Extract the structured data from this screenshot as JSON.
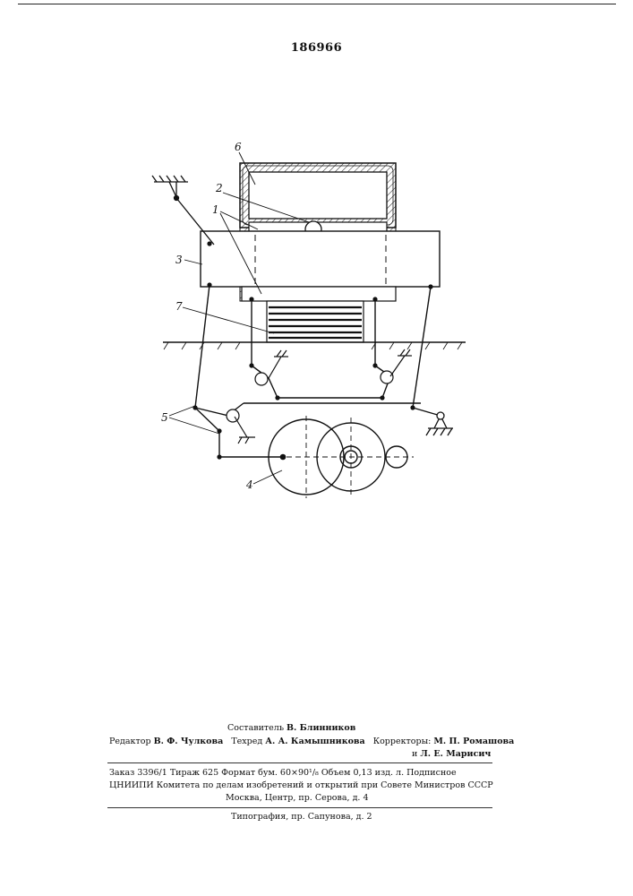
{
  "header": {
    "patent_number": "186966"
  },
  "figure": {
    "labels": {
      "l1": "1",
      "l2": "2",
      "l3": "3",
      "l4": "4",
      "l5": "5",
      "l6": "6",
      "l7": "7"
    }
  },
  "footer": {
    "compiler_label": "Составитель",
    "compiler_name": "В. Блинников",
    "editor_label": "Редактор",
    "editor_name": "В. Ф. Чулкова",
    "techred_label": "Техред",
    "techred_name": "А. А. Камышникова",
    "correctors_label": "Корректоры:",
    "corrector_1": "М. П. Ромашова",
    "corrector_2_prefix": "и",
    "corrector_2": "Л. Е. Марисич",
    "order_line": "Заказ 3396/1   Тираж 625   Формат бум. 60×90¹/₈   Объем 0,13 изд. л.   Подписное",
    "org_line": "ЦНИИПИ Комитета по делам изобретений и открытий при Совете Министров СССР",
    "address_line": "Москва, Центр, пр. Серова, д. 4",
    "printing_line": "Типография, пр. Сапунова, д. 2"
  }
}
